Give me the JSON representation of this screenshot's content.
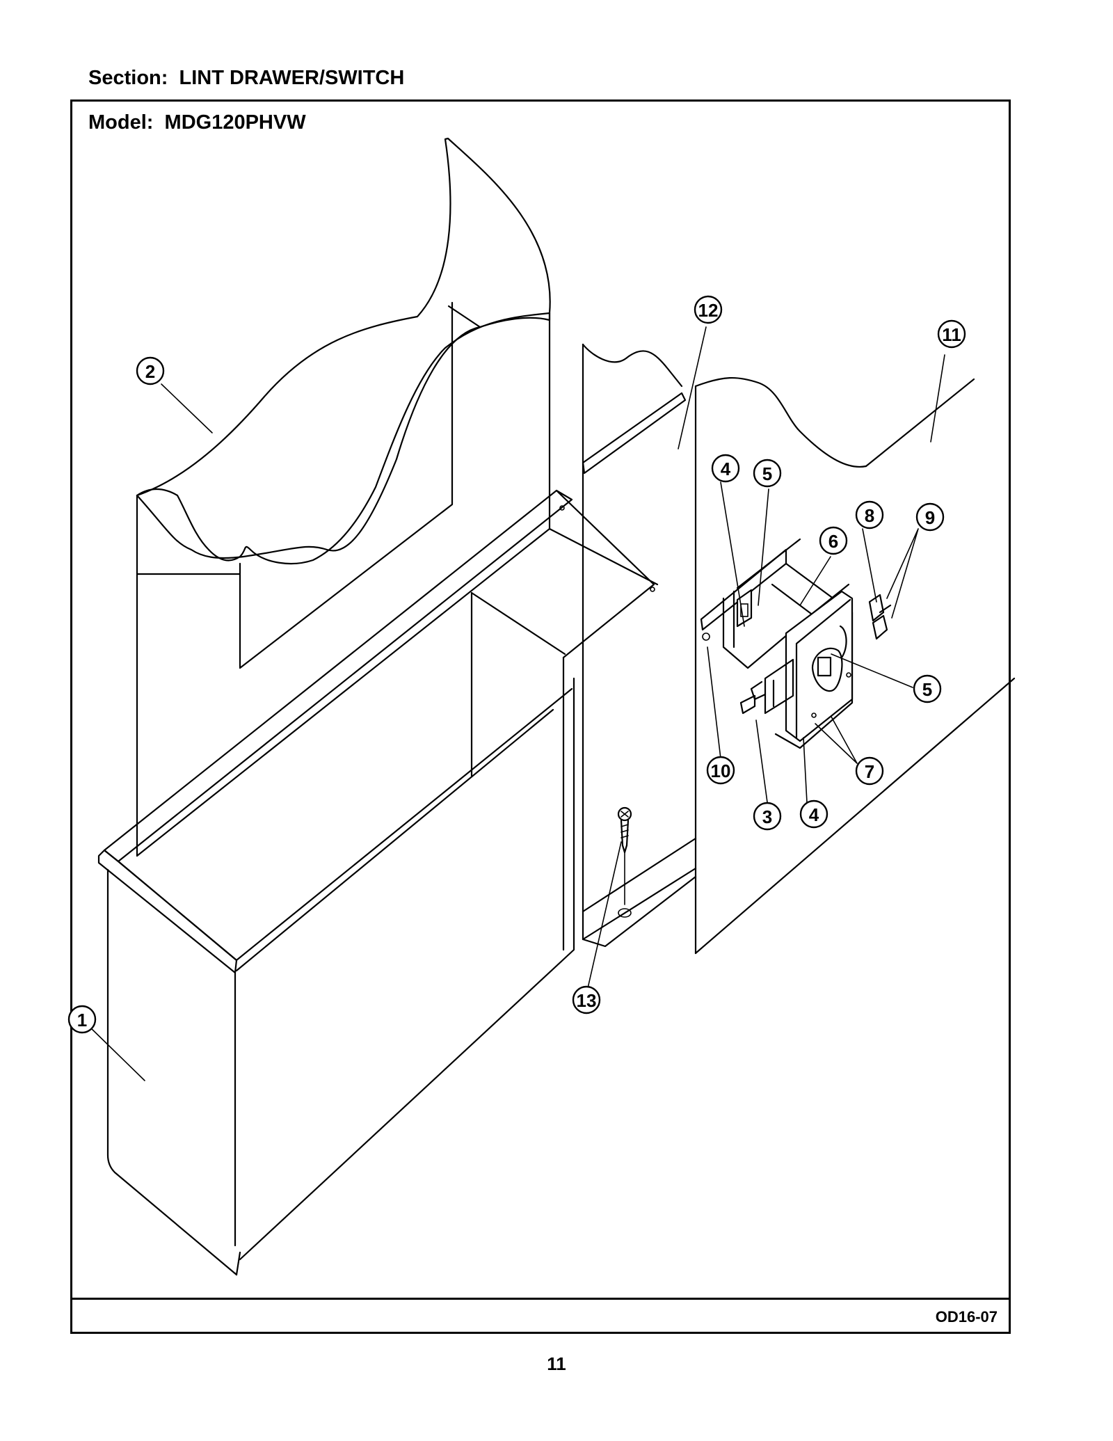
{
  "header": {
    "section_label": "Section:  LINT DRAWER/SWITCH",
    "model_label": "Model:  MDG120PHVW"
  },
  "footer": {
    "drawing_code": "OD16-07",
    "page_number": "11"
  },
  "callouts": [
    {
      "number": "1"
    },
    {
      "number": "2"
    },
    {
      "number": "3"
    },
    {
      "number": "4"
    },
    {
      "number": "4"
    },
    {
      "number": "5"
    },
    {
      "number": "5"
    },
    {
      "number": "6"
    },
    {
      "number": "7"
    },
    {
      "number": "8"
    },
    {
      "number": "9"
    },
    {
      "number": "10"
    },
    {
      "number": "11"
    },
    {
      "number": "12"
    },
    {
      "number": "13"
    }
  ]
}
